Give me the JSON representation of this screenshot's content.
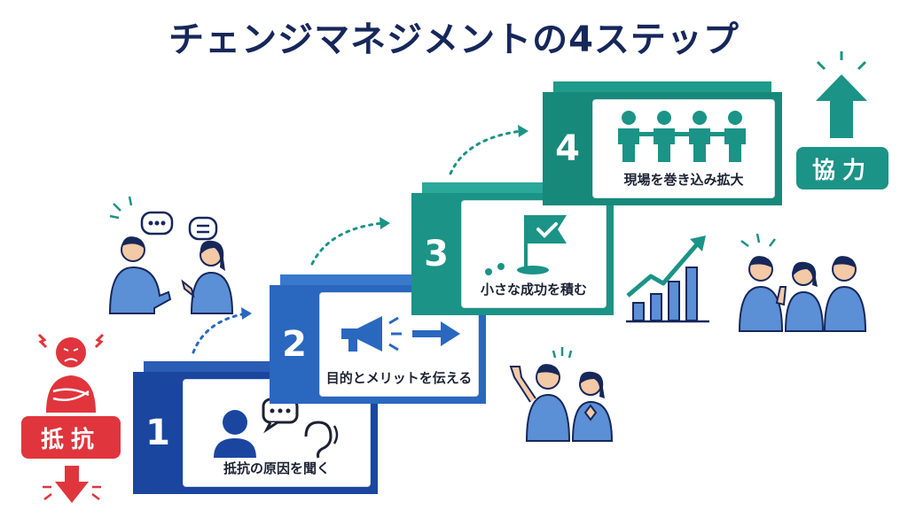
{
  "title": "チェンジマネジメントの4ステップ",
  "steps": [
    {
      "number": "1",
      "label": "抵抗の原因を聞く"
    },
    {
      "number": "2",
      "label": "目的とメリットを伝える"
    },
    {
      "number": "3",
      "label": "小さな成功を積む"
    },
    {
      "number": "4",
      "label": "現場を巻き込み拡大"
    }
  ],
  "badges": {
    "resistance": "抵抗",
    "cooperation": "協力"
  },
  "colors": {
    "navy": "#16275a",
    "blue_dark": "#1a46a0",
    "blue_mid": "#2a67bf",
    "teal": "#1b9386",
    "red": "#e0353c"
  }
}
